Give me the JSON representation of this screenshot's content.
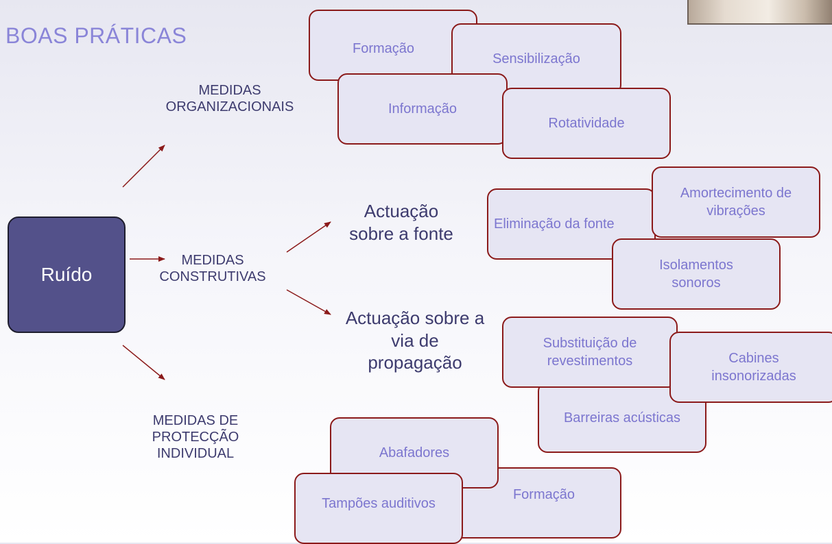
{
  "title": "BOAS PRÁTICAS",
  "central": "Ruído",
  "categories": {
    "organizacionais": [
      "MEDIDAS",
      "ORGANIZACIONAIS"
    ],
    "construtivas": [
      "MEDIDAS",
      "CONSTRUTIVAS"
    ],
    "individual": [
      "MEDIDAS DE",
      "PROTECÇÃO",
      "INDIVIDUAL"
    ]
  },
  "sub_branches": {
    "fonte": [
      "Actuação",
      "sobre a fonte"
    ],
    "propagacao": [
      "Actuação sobre a",
      "via de",
      "propagação"
    ]
  },
  "boxes": {
    "formacao_org": "Formação",
    "sensibilizacao": "Sensibilização",
    "informacao": "Informação",
    "rotatividade": "Rotatividade",
    "eliminacao": "Eliminação da fonte",
    "amortecimento": [
      "Amortecimento de",
      "vibrações"
    ],
    "isolamentos": [
      "Isolamentos",
      "sonoros"
    ],
    "substituicao": [
      "Substituição de",
      "revestimentos"
    ],
    "cabines": [
      "Cabines",
      "insonorizadas"
    ],
    "barreiras": "Barreiras acústicas",
    "abafadores": "Abafadores",
    "formacao_ind": "Formação",
    "tampoes": "Tampões auditivos"
  },
  "colors": {
    "central_fill": "#53518a",
    "box_border": "#8b1a1a",
    "box_text": "#7c76cf",
    "title": "#8a85d8",
    "arrow": "#8b1a1a"
  }
}
